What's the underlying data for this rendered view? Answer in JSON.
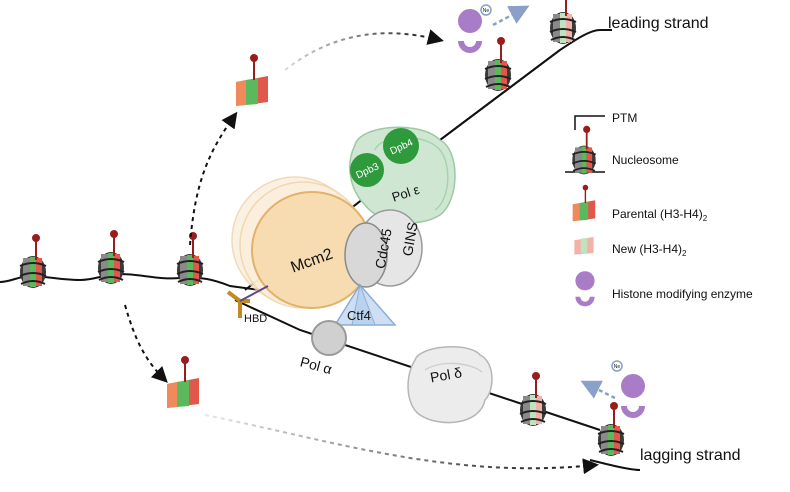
{
  "labels": {
    "leading_strand": "leading strand",
    "lagging_strand": "lagging strand",
    "mcm2": "Mcm2",
    "cdc45": "Cdc45",
    "gins": "GINS",
    "ctf4": "Ctf4",
    "pol_epsilon": "Pol ε",
    "dpb3": "Dpb3",
    "dpb4": "Dpb4",
    "pol_alpha": "Pol α",
    "pol_delta": "Pol δ",
    "hbd": "HBD",
    "ne": "Ne"
  },
  "legend": {
    "ptm": "PTM",
    "nucleosome": "Nucleosome",
    "parental": "Parental (H3-H4)",
    "parental_sub": "2",
    "new": "New (H3-H4)",
    "new_sub": "2",
    "enzyme": "Histone modifying enzyme"
  },
  "colors": {
    "mcm2_fill": "#f6dcb0",
    "mcm2_stroke": "#e2b26a",
    "pol_epsilon_fill": "#cfe6d2",
    "dpb_green": "#2e9a3c",
    "gins_fill": "#e6e6e6",
    "ctf4_fill": "#c9dcf2",
    "enzyme_purple": "#a87cc6",
    "parental_red": "#e2574c",
    "parental_green": "#5cb85c",
    "new_pink": "#f4b1a8",
    "new_green": "#bfe3bc"
  }
}
